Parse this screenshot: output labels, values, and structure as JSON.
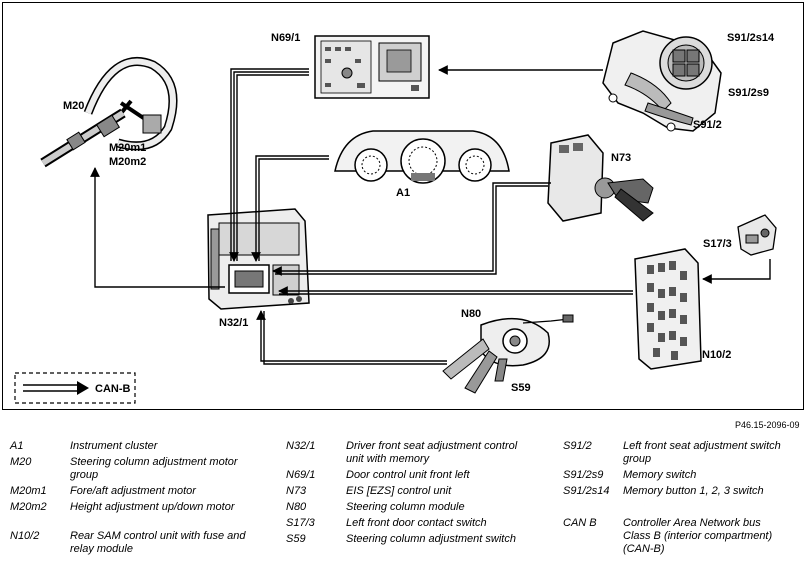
{
  "labels": {
    "n69_1": "N69/1",
    "s91_2s14": "S91/2s14",
    "s91_2s9": "S91/2s9",
    "s91_2": "S91/2",
    "m20": "M20",
    "m20m1": "M20m1",
    "m20m2": "M20m2",
    "a1": "A1",
    "n73": "N73",
    "s17_3": "S17/3",
    "n32_1": "N32/1",
    "n80": "N80",
    "n10_2": "N10/2",
    "s59": "S59",
    "can_key": "CAN-B"
  },
  "reference_code": "P46.15-2096-09",
  "legend": [
    {
      "code": "A1",
      "desc": "Instrument cluster"
    },
    {
      "code": "M20",
      "desc": "Steering column adjustment motor group"
    },
    {
      "code": "M20m1",
      "desc": "Fore/aft adjustment motor"
    },
    {
      "code": "M20m2",
      "desc": "Height adjustment up/down motor"
    },
    {
      "code": "N10/2",
      "desc": "Rear SAM control unit with fuse and relay module"
    },
    {
      "code": "N32/1",
      "desc": "Driver front seat adjustment control unit with memory"
    },
    {
      "code": "N69/1",
      "desc": "Door control unit front left"
    },
    {
      "code": "N73",
      "desc": "EIS [EZS] control unit"
    },
    {
      "code": "N80",
      "desc": "Steering column module"
    },
    {
      "code": "S17/3",
      "desc": "Left front door contact switch"
    },
    {
      "code": "S59",
      "desc": "Steering column adjustment switch"
    },
    {
      "code": "S91/2",
      "desc": "Left front seat adjustment switch group"
    },
    {
      "code": "S91/2s9",
      "desc": "Memory switch"
    },
    {
      "code": "S91/2s14",
      "desc": "Memory button 1, 2, 3 switch"
    },
    {
      "code": "CAN B",
      "desc": "Controller Area Network bus Class B (interior compartment) (CAN-B)"
    }
  ]
}
